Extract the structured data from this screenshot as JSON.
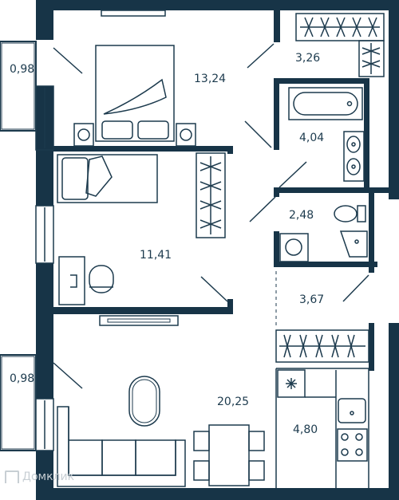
{
  "rooms": [
    {
      "id": "balcony-top",
      "area": "0,98"
    },
    {
      "id": "bedroom",
      "area": "13,24"
    },
    {
      "id": "wardrobe",
      "area": "3,26"
    },
    {
      "id": "bathroom",
      "area": "4,04"
    },
    {
      "id": "toilet",
      "area": "2,48"
    },
    {
      "id": "children-room",
      "area": "11,41"
    },
    {
      "id": "hallway",
      "area": "3,67"
    },
    {
      "id": "balcony-bottom",
      "area": "0,98"
    },
    {
      "id": "living-room",
      "area": "20,25"
    },
    {
      "id": "kitchen",
      "area": "4,80"
    }
  ],
  "watermark": "Домклик",
  "colors": {
    "wall": "#173447",
    "line": "#1c3a4d",
    "background": "#ffffff"
  }
}
